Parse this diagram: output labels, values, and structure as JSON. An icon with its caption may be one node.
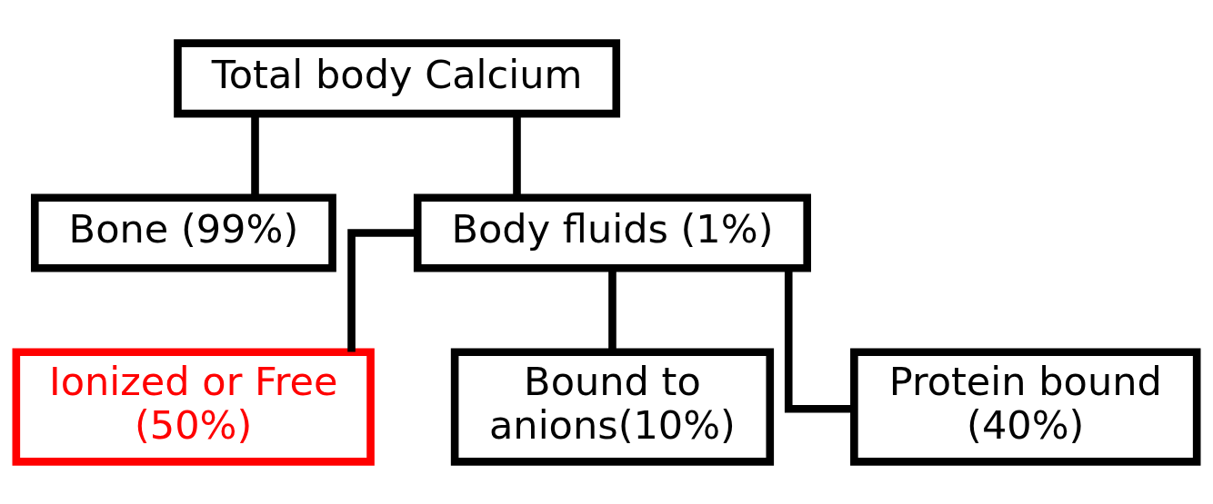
{
  "diagram": {
    "nodes": [
      {
        "text": [
          "Total body Calcium"
        ]
      },
      {
        "text": [
          "Bone (99%)"
        ]
      },
      {
        "text": [
          "Body fluids (1%)"
        ]
      },
      {
        "text": [
          "Ionized or Free (50%)"
        ]
      },
      {
        "text": [
          "Bound to anions(10%)"
        ]
      },
      {
        "text": [
          "Protein bound (40%)"
        ]
      }
    ],
    "edges": [
      {
        "from": 0,
        "to": 1,
        "arrow": "none"
      },
      {
        "from": 0,
        "to": 2,
        "arrow": "none"
      },
      {
        "from": 2,
        "to": 3,
        "arrow": "none"
      },
      {
        "from": 2,
        "to": 4,
        "arrow": "none"
      },
      {
        "from": 2,
        "to": 5,
        "arrow": "none"
      }
    ]
  }
}
